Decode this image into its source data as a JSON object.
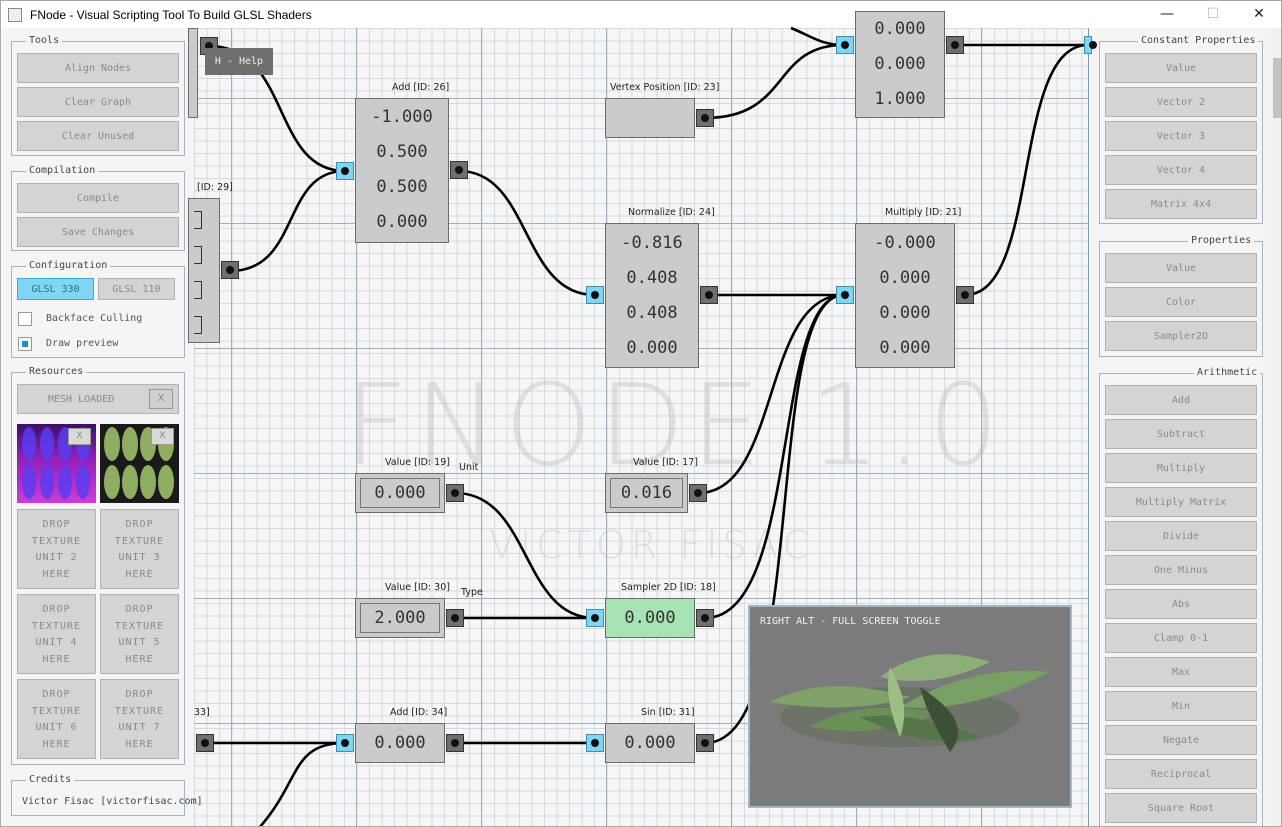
{
  "window": {
    "title": "FNode - Visual Scripting Tool To Build GLSL Shaders",
    "minimize": "—",
    "maximize": "☐",
    "close": "✕"
  },
  "left": {
    "tools": {
      "title": "Tools",
      "align": "Align Nodes",
      "clear_graph": "Clear Graph",
      "clear_unused": "Clear Unused"
    },
    "compilation": {
      "title": "Compilation",
      "compile": "Compile",
      "save": "Save Changes"
    },
    "configuration": {
      "title": "Configuration",
      "glsl330": "GLSL 330",
      "glsl110": "GLSL 110",
      "backface": "Backface Culling",
      "draw_preview": "Draw preview"
    },
    "resources": {
      "title": "Resources",
      "mesh": "MESH LOADED",
      "x": "X",
      "slots": [
        "DROP\nTEXTURE\nUNIT 2\nHERE",
        "DROP\nTEXTURE\nUNIT 3\nHERE",
        "DROP\nTEXTURE\nUNIT 4\nHERE",
        "DROP\nTEXTURE\nUNIT 5\nHERE",
        "DROP\nTEXTURE\nUNIT 6\nHERE",
        "DROP\nTEXTURE\nUNIT 7\nHERE"
      ]
    },
    "credits": {
      "title": "Credits",
      "text": "Victor Fisac [victorfisac.com]"
    }
  },
  "right": {
    "constant": {
      "title": "Constant Properties",
      "items": [
        "Value",
        "Vector 2",
        "Vector 3",
        "Vector 4",
        "Matrix 4x4"
      ]
    },
    "properties": {
      "title": "Properties",
      "items": [
        "Value",
        "Color",
        "Sampler2D"
      ]
    },
    "arithmetic": {
      "title": "Arithmetic",
      "items": [
        "Add",
        "Subtract",
        "Multiply",
        "Multiply Matrix",
        "Divide",
        "One Minus",
        "Abs",
        "Clamp 0-1",
        "Max",
        "Min",
        "Negate",
        "Reciprocal",
        "Square Root"
      ]
    }
  },
  "canvas": {
    "watermark_big": "FNODE 1.0",
    "watermark_small": "VICTOR FISAC",
    "help": "H - Help",
    "preview_caption": "RIGHT ALT - FULL SCREEN TOGGLE",
    "nodes": {
      "add26": {
        "label": "Add [ID: 26]",
        "values": [
          "-1.000",
          "0.500",
          "0.500",
          "0.000"
        ]
      },
      "vertex23": {
        "label": "Vertex Position [ID: 23]"
      },
      "normalize24": {
        "label": "Normalize [ID: 24]",
        "values": [
          "-0.816",
          "0.408",
          "0.408",
          "0.000"
        ]
      },
      "multiply21": {
        "label": "Multiply [ID: 21]",
        "values": [
          "-0.000",
          "0.000",
          "0.000",
          "0.000"
        ]
      },
      "topright": {
        "values": [
          "0.000",
          "0.000",
          "1.000"
        ]
      },
      "partial29": {
        "label": "[ID: 29]"
      },
      "value19": {
        "label": "Value [ID: 19]",
        "value": "0.000",
        "tag": "Unit"
      },
      "value17": {
        "label": "Value [ID: 17]",
        "value": "0.016"
      },
      "value30": {
        "label": "Value [ID: 30]",
        "value": "2.000",
        "tag": "Type"
      },
      "sampler18": {
        "label": "Sampler 2D [ID: 18]",
        "value": "0.000"
      },
      "partial33": {
        "label": "33]"
      },
      "add34": {
        "label": "Add [ID: 34]",
        "value": "0.000"
      },
      "sin31": {
        "label": "Sin [ID: 31]",
        "value": "0.000"
      }
    }
  }
}
